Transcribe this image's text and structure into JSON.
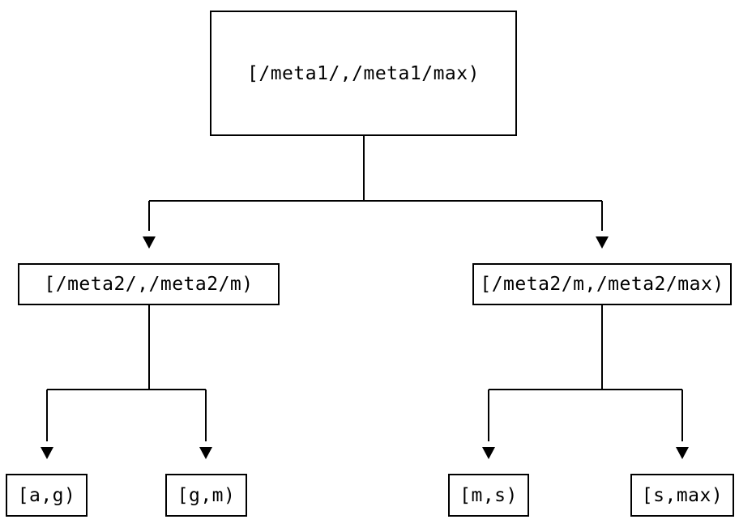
{
  "diagram": {
    "type": "tree",
    "background": "#ffffff",
    "line_color": "#000000",
    "text_color": "#000000",
    "nodes": [
      {
        "id": "root",
        "label": "[/meta1/,/meta1/max)",
        "children": [
          "meta2-lower",
          "meta2-upper"
        ]
      },
      {
        "id": "meta2-lower",
        "label": "[/meta2/,/meta2/m)",
        "children": [
          "leaf-a-g",
          "leaf-g-m"
        ]
      },
      {
        "id": "meta2-upper",
        "label": "[/meta2/m,/meta2/max)",
        "children": [
          "leaf-m-s",
          "leaf-s-max"
        ]
      },
      {
        "id": "leaf-a-g",
        "label": "[a,g)",
        "children": []
      },
      {
        "id": "leaf-g-m",
        "label": "[g,m)",
        "children": []
      },
      {
        "id": "leaf-m-s",
        "label": "[m,s)",
        "children": []
      },
      {
        "id": "leaf-s-max",
        "label": "[s,max)",
        "children": []
      }
    ],
    "edges": [
      {
        "from": "root",
        "to": "meta2-lower"
      },
      {
        "from": "root",
        "to": "meta2-upper"
      },
      {
        "from": "meta2-lower",
        "to": "leaf-a-g"
      },
      {
        "from": "meta2-lower",
        "to": "leaf-g-m"
      },
      {
        "from": "meta2-upper",
        "to": "leaf-m-s"
      },
      {
        "from": "meta2-upper",
        "to": "leaf-s-max"
      }
    ]
  }
}
